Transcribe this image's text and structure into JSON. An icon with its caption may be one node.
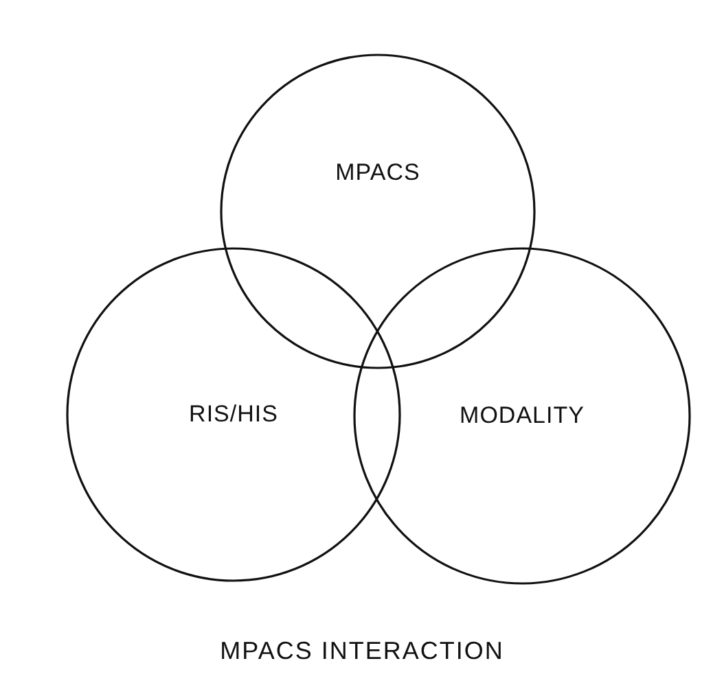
{
  "diagram": {
    "caption": "MPACS INTERACTION",
    "nodes": [
      {
        "text": [
          "MPACS"
        ]
      },
      {
        "text": [
          "RIS/HIS"
        ]
      },
      {
        "text": [
          "MODALITY"
        ]
      }
    ]
  }
}
